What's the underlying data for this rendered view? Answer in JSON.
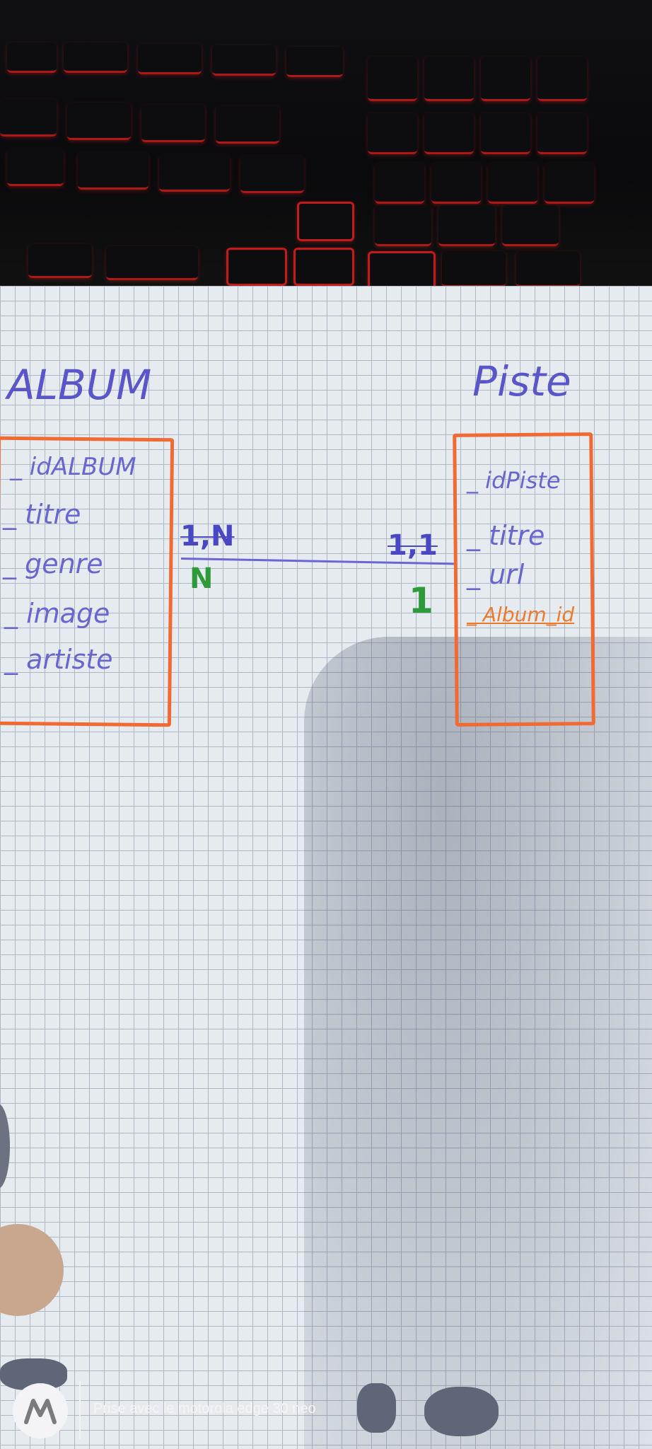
{
  "diagram": {
    "entities": [
      {
        "name": "ALBUM",
        "attributes": [
          "_ idALBUM",
          "_ titre",
          "_ genre",
          "_ image",
          "_ artiste"
        ]
      },
      {
        "name": "Piste",
        "attributes": [
          "_ idPiste",
          "_ titre",
          "_ url"
        ],
        "foreign_key": "_ Album_id"
      }
    ],
    "relationship": {
      "left_cardinality": "1,N",
      "left_correction": "N",
      "right_cardinality": "1,1",
      "right_correction": "1"
    }
  },
  "watermark": {
    "text": "Prise avec le motorola edge 30 neo",
    "icon": "motorola-logo-icon"
  },
  "colors": {
    "ink_blue": "#5a55c8",
    "box_orange": "#f26a33",
    "ink_green": "#2e9a3a",
    "keyboard_red": "#c41a1a"
  }
}
